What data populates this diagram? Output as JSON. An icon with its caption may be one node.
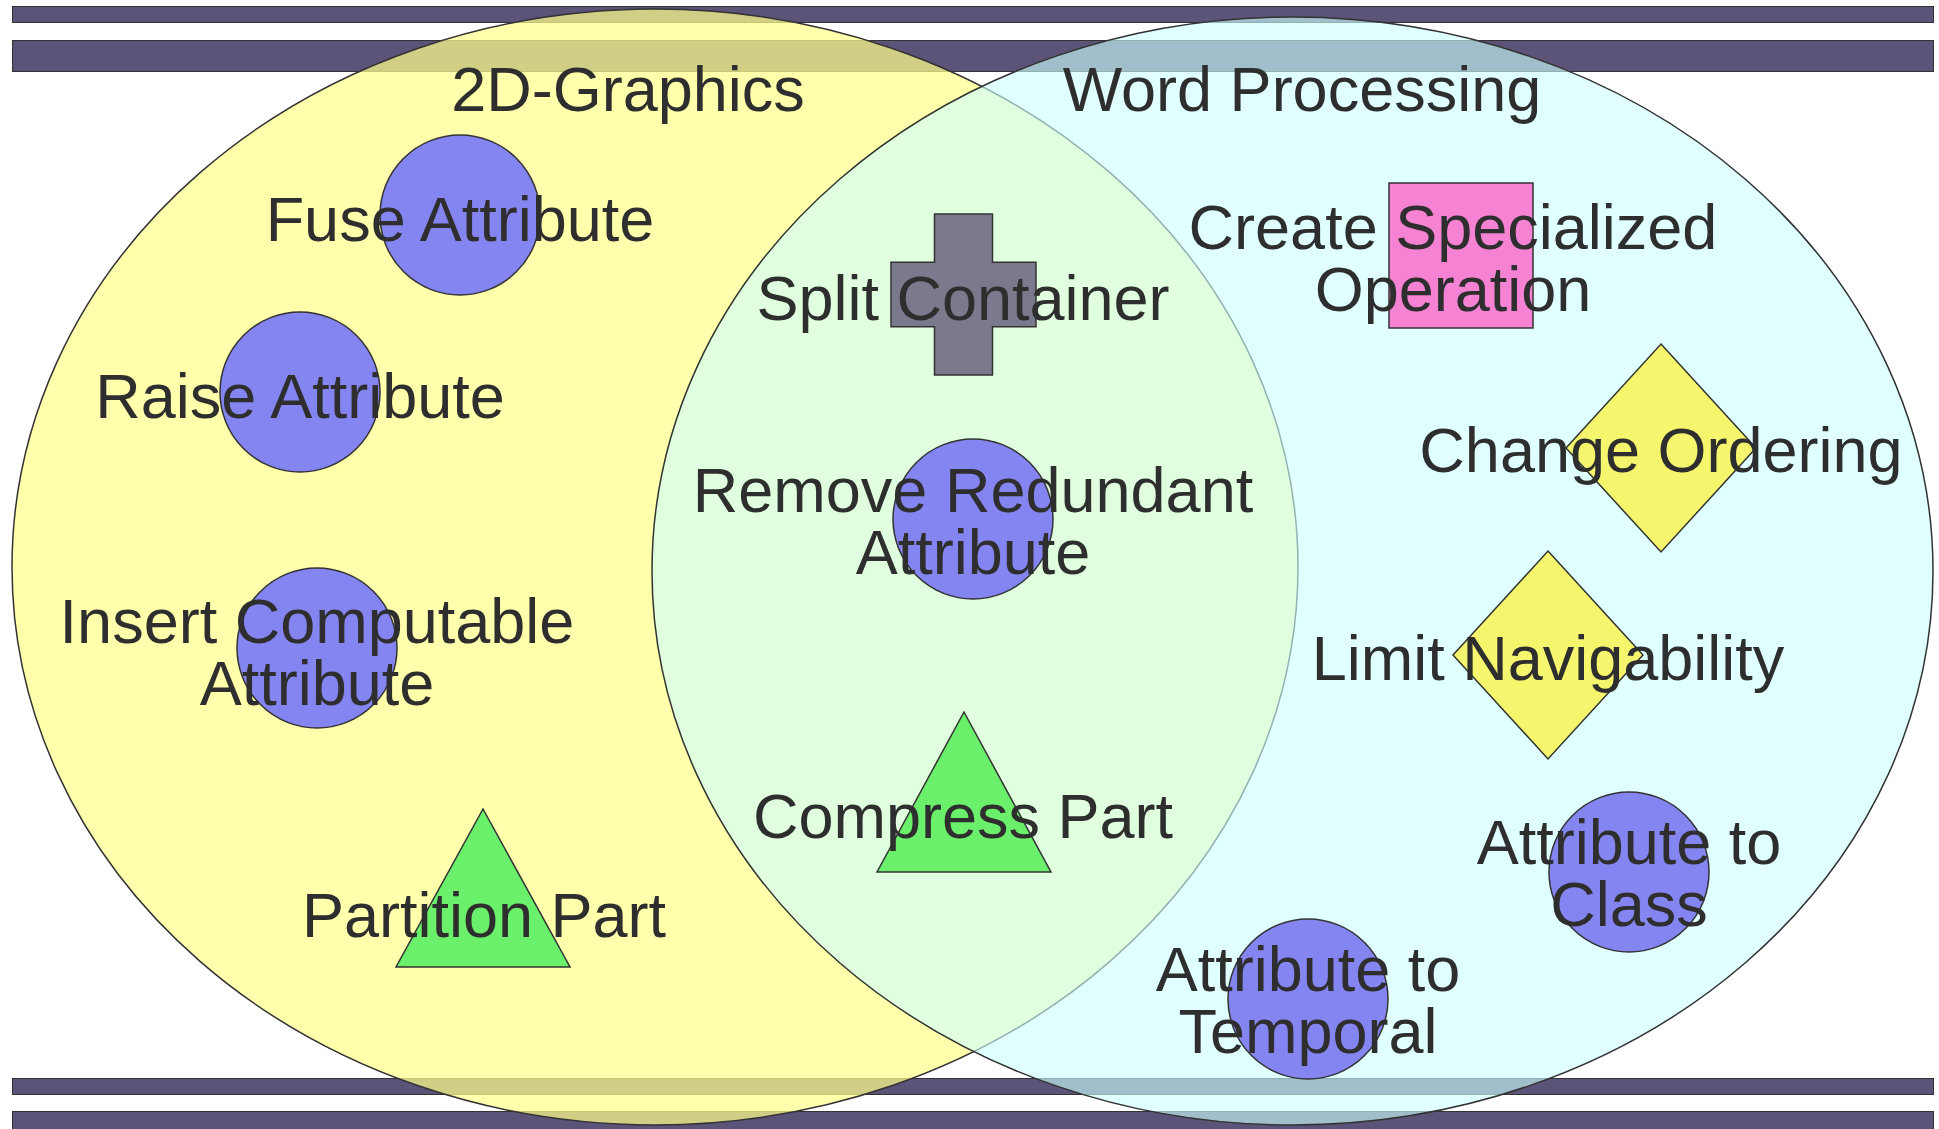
{
  "diagram": {
    "nodes": [
      {
        "text": [
          "2D-Graphics"
        ]
      },
      {
        "text": [
          "Word Processing"
        ]
      },
      {
        "text": [
          "Fuse Attribute"
        ],
        "in": 0
      },
      {
        "text": [
          "Raise Attribute"
        ],
        "in": 0
      },
      {
        "text": [
          "Insert Computable Attribute"
        ],
        "in": 0
      },
      {
        "text": [
          "Partition Part"
        ],
        "in": 0
      },
      {
        "text": [
          "Split Container"
        ]
      },
      {
        "text": [
          "Remove Redundant Attribute"
        ]
      },
      {
        "text": [
          "Compress Part"
        ]
      },
      {
        "text": [
          "Create Specialized Operation"
        ],
        "in": 1
      },
      {
        "text": [
          "Change Ordering"
        ],
        "in": 1
      },
      {
        "text": [
          "Limit Navigability"
        ],
        "in": 1
      },
      {
        "text": [
          "Attribute to Class"
        ],
        "in": 1
      },
      {
        "text": [
          "Attribute to Temporal"
        ],
        "in": 1
      }
    ],
    "edges": []
  }
}
